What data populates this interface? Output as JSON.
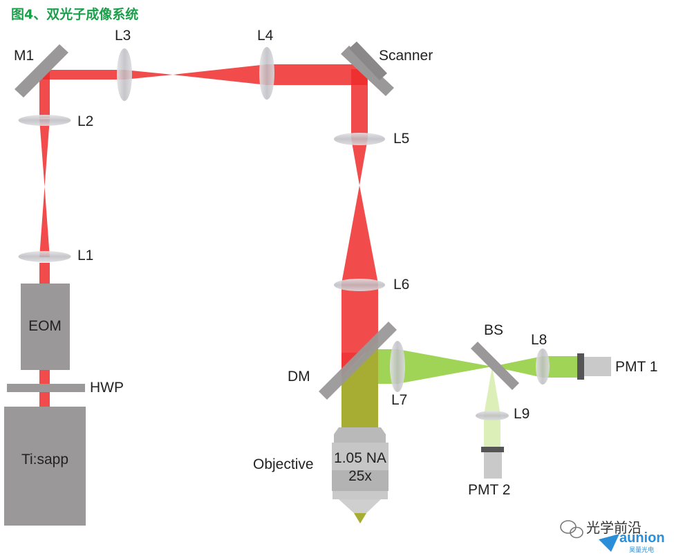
{
  "title": "图4、双光子成像系统",
  "labels": {
    "m1": "M1",
    "l1": "L1",
    "l2": "L2",
    "l3": "L3",
    "l4": "L4",
    "l5": "L5",
    "l6": "L6",
    "l7": "L7",
    "l8": "L8",
    "l9": "L9",
    "scanner": "Scanner",
    "eom": "EOM",
    "hwp": "HWP",
    "tisapp": "Ti:sapp",
    "dm": "DM",
    "bs": "BS",
    "pmt1": "PMT 1",
    "pmt2": "PMT 2",
    "objective": "Objective",
    "objective_na": "1.05 NA",
    "objective_mag": "25x"
  },
  "watermark": {
    "text": "光学前沿",
    "brand": "aunion",
    "brand_sub": "昊量光电"
  },
  "colors": {
    "title": "#1aa04a",
    "laser": "#ef2b2b",
    "fluorescence": "#8fcc3a",
    "fluorescence_light": "#d9edb0",
    "collected": "#a7ad32",
    "component": "#9a9898",
    "lens": "#c9c9cc",
    "brand": "#2a8fd8"
  }
}
